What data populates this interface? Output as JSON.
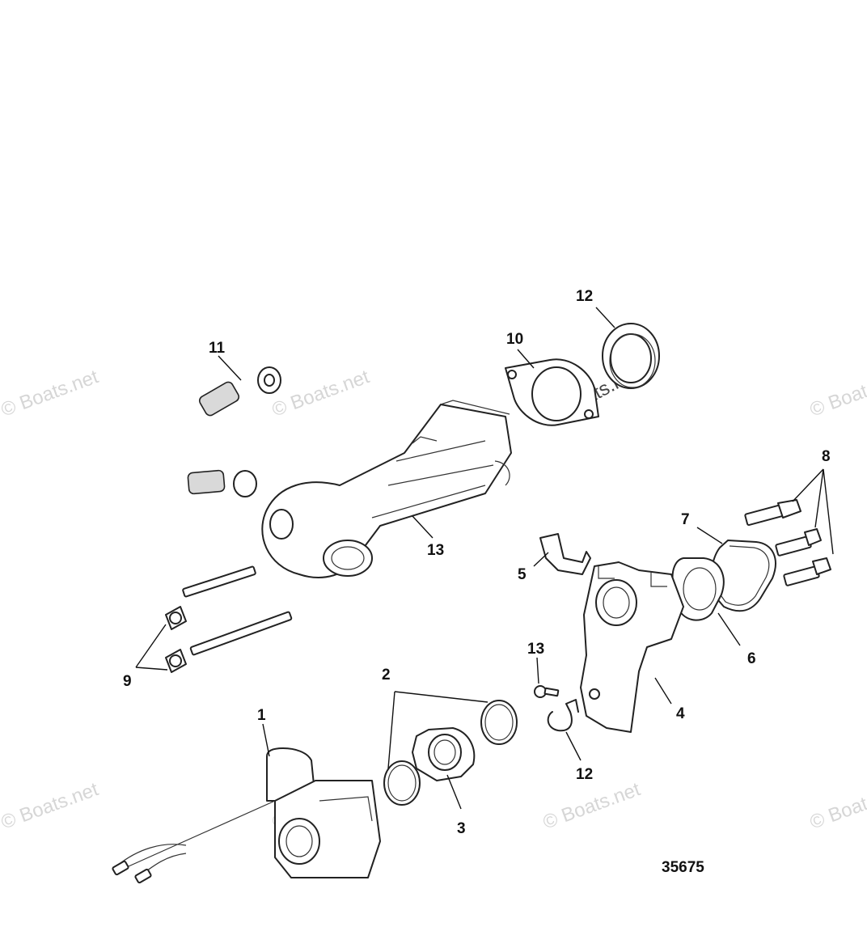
{
  "diagram": {
    "reference_number": "35675",
    "watermark": "© Boats.net",
    "callouts": {
      "c1": "1",
      "c2": "2",
      "c3": "3",
      "c4": "4",
      "c5": "5",
      "c6": "6",
      "c7": "7",
      "c8": "8",
      "c9": "9",
      "c10": "10",
      "c11": "11",
      "c12_top": "12",
      "c12_bottom": "12",
      "c13_upper": "13",
      "c13_lower": "13"
    }
  }
}
